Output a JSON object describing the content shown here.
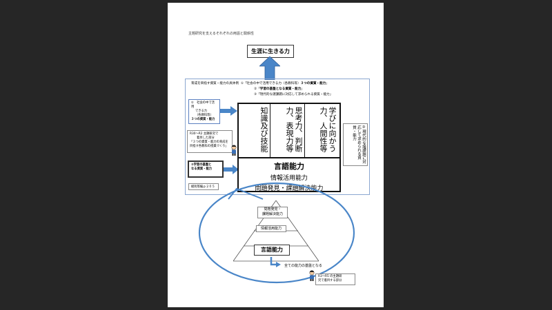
{
  "document": {
    "title": "主題研究を支えるそれぞれの用語と関係性",
    "top_goal": "生涯に生きる力",
    "intro": {
      "lead": "育成を目指す資質・能力の具体例",
      "item1_pre": "①「社会の中で活用できる力（各教科等）",
      "item1_bold": "３つの資質・能力",
      "item1_post": "」",
      "item2_pre": "②「",
      "item2_bold": "学習の基盤となる資質・能力",
      "item2_post": "」",
      "item3": "③「現代的な諸課題に対応して求められる資質・能力」"
    },
    "side_box1": {
      "line1": "①　社会の中で活用",
      "line2": "できる力",
      "line3": "（各教科等）",
      "line4": "３つの資質・能力"
    },
    "side_box2": {
      "line1": "R30～R2 主題研究で",
      "line2": "着目した部分",
      "line3": "「３つの資質・能力の育成を",
      "line4": "目指す各教科の授業づくり」"
    },
    "side_box3": {
      "line1": "②学習の基盤と",
      "line2": "なる資質・能力"
    },
    "side_box4": "総則等編ｐ２０５",
    "columns": [
      "知識及び技能",
      "思考力、判断力、表現力等",
      "学びに向かう力、人間性等"
    ],
    "gengo": {
      "title": "言語能力",
      "line2": "情報活用能力",
      "line3": "問題発見・課題解決能力"
    },
    "right_box": "③現代的な諸課題に対応して求められる資質・能力",
    "pyramid": {
      "top_line1": "問題発見・",
      "top_line2": "課題解決能力",
      "middle": "情報活用能力",
      "bottom": "言語能力"
    },
    "kiban": "全ての能力の基盤となる",
    "note": {
      "line1": "R3～R5 の主題研",
      "line2": "究で着目する部分"
    }
  },
  "colors": {
    "arrow_blue": "#4a86c8",
    "border_blue": "#5a7fc0",
    "viewer_bg": "#262626"
  }
}
